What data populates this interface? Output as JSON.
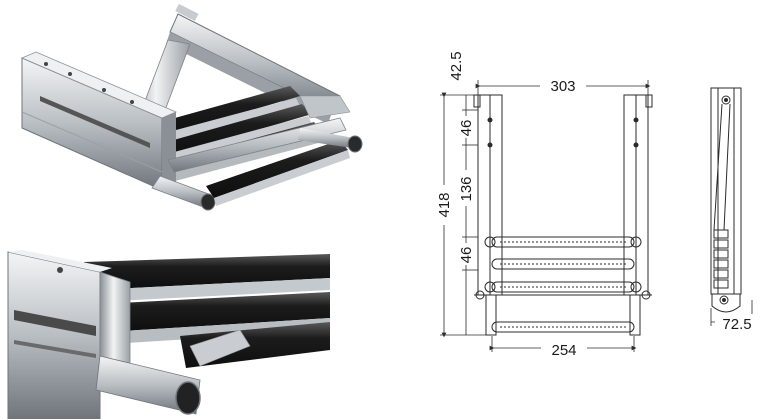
{
  "photos": {
    "top": {
      "subject": "stainless steel telescopic boarding ladder, 3 steps, extended"
    },
    "bottom": {
      "subject": "close-up of ladder slide rail and rubber-covered steps"
    }
  },
  "front_view": {
    "dimensions": {
      "top_offset": "42.5",
      "overall_width": "303",
      "rung_spacing_upper": "46",
      "mid_spacing": "136",
      "overall_height": "418",
      "rung_spacing_lower": "46",
      "step_width": "254"
    }
  },
  "side_view": {
    "dimensions": {
      "depth": "72.5"
    }
  },
  "colors": {
    "line": "#2b2b2b",
    "steel_light": "#e6e8ea",
    "steel_mid": "#b9bec3",
    "steel_dark": "#7d8389",
    "rubber": "#1f1f1f",
    "rubber_hi": "#555555"
  }
}
